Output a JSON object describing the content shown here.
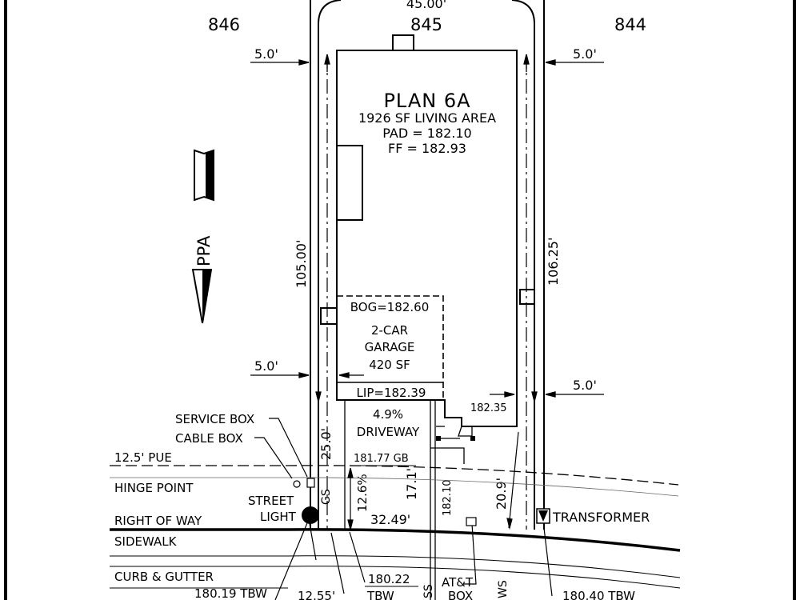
{
  "lots": {
    "left": "846",
    "center": "845",
    "right": "844"
  },
  "frontage": "45.00'",
  "plan": {
    "title": "PLAN 6A",
    "area": "1926 SF LIVING AREA",
    "pad": "PAD = 182.10",
    "ff": "FF = 182.93"
  },
  "garage": {
    "bog": "BOG=182.60",
    "type": "2-CAR",
    "label": "GARAGE",
    "area": "420 SF",
    "lip": "LIP=182.39"
  },
  "driveway": {
    "slope": "4.9%",
    "label": "DRIVEWAY"
  },
  "dimensions": {
    "setback_left_top": "5.0'",
    "setback_right_top": "5.0'",
    "setback_left_bottom": "5.0'",
    "setback_right_bottom": "5.0'",
    "depth_left": "105.00'",
    "depth_right": "106.25'",
    "front_setback": "25.0'",
    "dim_17": "17.1'",
    "dim_20": "20.9'",
    "dim_32": "32.49'",
    "dim_12_55": "12.55'"
  },
  "elevations": {
    "e182_35": "182.35",
    "e181_77": "181.77 GB",
    "e182_10": "182.10",
    "slope_12_6": "12.6%",
    "tbw_180_19": "180.19 TBW",
    "tbw_180_22": "180.22",
    "tbw_label": "TBW",
    "tbw_180_40": "180.40 TBW"
  },
  "callouts": {
    "service_box": "SERVICE BOX",
    "cable_box": "CABLE BOX",
    "street": "STREET",
    "light": "LIGHT",
    "transformer": "TRANSFORMER",
    "att": "AT&T",
    "box": "BOX",
    "gs": "GS",
    "ss": "SS",
    "ws": "WS"
  },
  "street_labels": {
    "pue": "12.5' PUE",
    "hinge": "HINGE POINT",
    "row": "RIGHT OF WAY",
    "sidewalk": "SIDEWALK",
    "curb": "CURB & GUTTER"
  },
  "north_arrow_label": "PPA"
}
